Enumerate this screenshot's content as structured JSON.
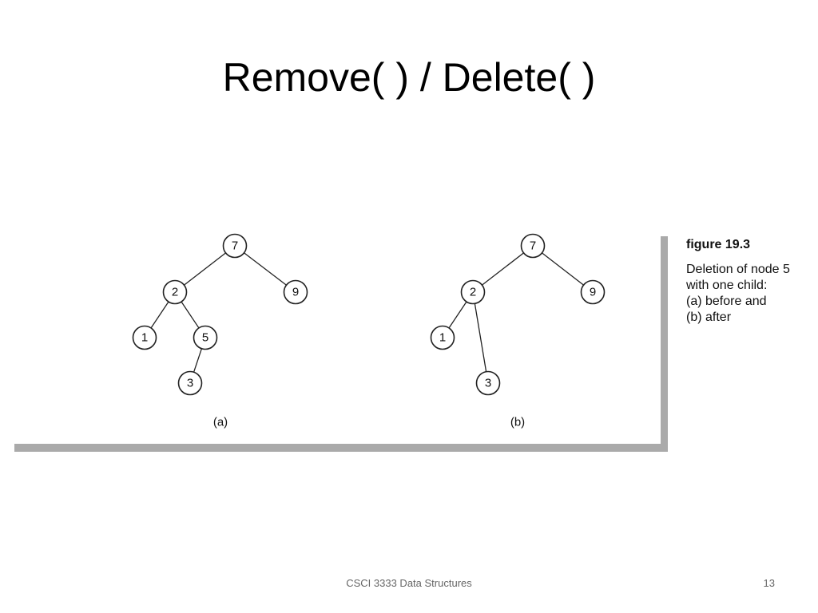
{
  "slide": {
    "title": "Remove( ) / Delete( )",
    "footer": "CSCI 3333 Data Structures",
    "page_number": "13"
  },
  "figure": {
    "caption_title": "figure 19.3",
    "caption_lines": [
      "Deletion of node 5",
      "with one child:",
      "(a) before and",
      "(b) after"
    ],
    "trees": [
      {
        "label": "(a)",
        "nodes": [
          "7",
          "2",
          "9",
          "1",
          "5",
          "3"
        ]
      },
      {
        "label": "(b)",
        "nodes": [
          "7",
          "2",
          "9",
          "1",
          "3"
        ]
      }
    ]
  }
}
